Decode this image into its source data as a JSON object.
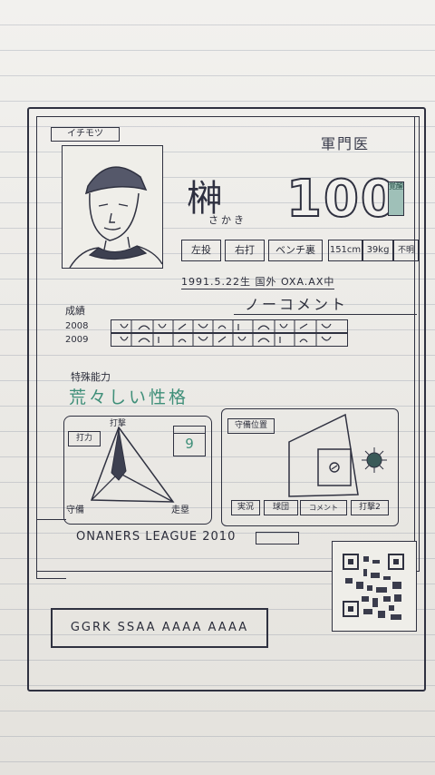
{
  "card": {
    "tag": "イチモツ",
    "team": "軍門医",
    "name": "榊",
    "furigana": "さかき",
    "number": "100",
    "badge": "覚醒",
    "attributes": [
      "左投",
      "右打",
      "ベンチ裏",
      "151cm",
      "39kg",
      "不明"
    ],
    "birth": "1991.5.22生 国外 OXA.AX中",
    "comment": "ノーコメント",
    "stats_label": "成績",
    "years": [
      "2008",
      "2009"
    ],
    "special_label": "特殊能力",
    "special": "荒々しい性格",
    "radar": {
      "box_label": "打力",
      "top": "打撃",
      "left": "守備",
      "right": "走塁",
      "rank": "9"
    },
    "field": {
      "label": "守備位置",
      "buttons": [
        "実況",
        "球団",
        "コメント",
        "打撃2"
      ]
    },
    "league": "ONANERS LEAGUE 2010",
    "code": "GGRK SSAA AAAA AAAA"
  },
  "colors": {
    "ink": "#2f3140",
    "green": "#3f8f79",
    "paper": "#efeee9"
  }
}
